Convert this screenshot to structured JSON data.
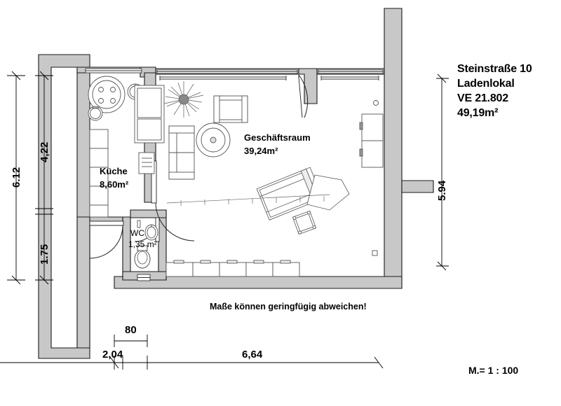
{
  "document": {
    "type": "floor-plan",
    "scale_note": "M.= 1 : 100"
  },
  "title_block": {
    "line1": "Steinstraße 10",
    "line2": "Ladenlokal",
    "line3": "VE 21.802",
    "line4": "49,19m²"
  },
  "rooms": [
    {
      "id": "kueche",
      "name": "Küche",
      "area": "8,60m²"
    },
    {
      "id": "geschaeftsraum",
      "name": "Geschäftsraum",
      "area": "39,24m²"
    },
    {
      "id": "wc",
      "name": "WC",
      "area": "1,35 m²"
    }
  ],
  "dimensions": {
    "left_outer": "6.12",
    "left_inner_upper": "4,22",
    "left_inner_lower": "1.75",
    "right_vertical": "5.94",
    "bottom_small": "80",
    "bottom_left": "2,04",
    "bottom_right": "6,64"
  },
  "notes": {
    "disclaimer": "Maße können geringfügig abweichen!"
  },
  "colors": {
    "wall_fill": "#c8c8c8",
    "wall_stroke": "#1a1a1a",
    "furniture_stroke": "#555555",
    "dimension_line": "#000000",
    "background": "#ffffff"
  }
}
